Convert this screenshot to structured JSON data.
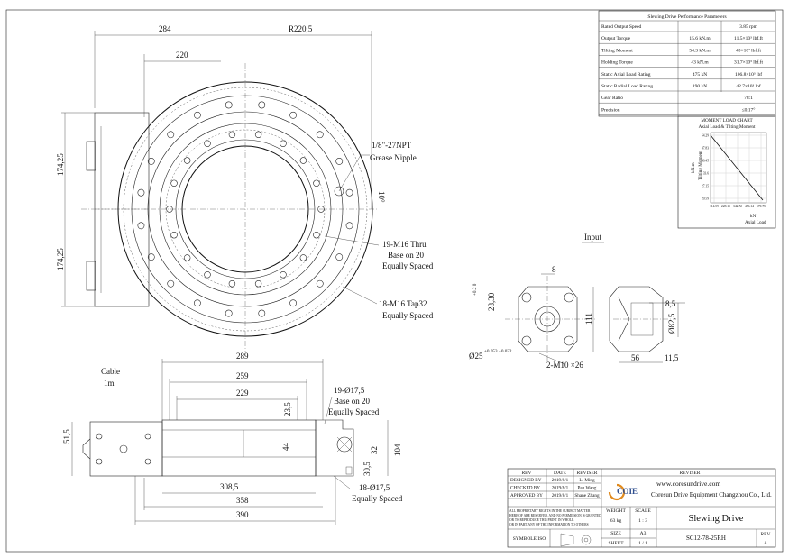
{
  "front_view": {
    "dims": {
      "width_284": "284",
      "radius": "R220,5",
      "width_220": "220",
      "height_upper": "174,25",
      "height_lower": "174,25",
      "angle_10": "10°"
    },
    "notes": {
      "grease_1": "1/8\"-27NPT",
      "grease_2": "Grease Nipple",
      "thru_1": "19-M16 Thru",
      "thru_2": "Base on 20",
      "thru_3": "Equally Spaced",
      "tap_1": "18-M16 Tap32",
      "tap_2": "Equally Spaced"
    }
  },
  "section_view": {
    "cable_1": "Cable",
    "cable_2": "1m",
    "dims": {
      "d289": "289",
      "d259": "259",
      "d229": "229",
      "d23_5": "23,5",
      "d44": "44",
      "d51_5": "51,5",
      "d30_5": "30,5",
      "d32": "32",
      "d104": "104",
      "d308_5": "308,5",
      "d358": "358",
      "d390": "390"
    },
    "notes": {
      "holes19_1": "19-Ø17,5",
      "holes19_2": "Base on 20",
      "holes19_3": "Equally Spaced",
      "holes18_1": "18-Ø17,5",
      "holes18_2": "Equally Spaced"
    }
  },
  "input_view": {
    "label": "Input",
    "dims": {
      "d8": "8",
      "d28_30": "28,30",
      "d28_tol": "+0.2  0",
      "d111": "111",
      "d25": "Ø25",
      "d25_tol": "+0.053 +0.032",
      "m10": "2-M10 ×26",
      "d8_5": "8,5",
      "d82_5": "Ø82,5",
      "d56": "56",
      "d11_5": "11,5"
    }
  },
  "performance_table": {
    "title": "Slewing Drive Performance Parameters",
    "rows": [
      {
        "param": "Rated Output Speed",
        "si": "",
        "imp": "3.85 rpm"
      },
      {
        "param": "Output Torque",
        "si": "15.6 kN.m",
        "imp": "11.5×10³ lbf.ft"
      },
      {
        "param": "Tilting Moment",
        "si": "54.3 kN.m",
        "imp": "40×10³ lbf.ft"
      },
      {
        "param": "Holding Torque",
        "si": "43 kN.m",
        "imp": "31.7×10³ lbf.ft"
      },
      {
        "param": "Static Axial Load Rating",
        "si": "475 kN",
        "imp": "106.8×10³ lbf"
      },
      {
        "param": "Static Radial Load Rating",
        "si": "190 kN",
        "imp": "42.7×10³ lbf"
      },
      {
        "param": "Gear Ratio",
        "si": "",
        "imp": "78:1"
      },
      {
        "param": "Precision",
        "si": "",
        "imp": "≤0.17°"
      }
    ],
    "chart": {
      "title_1": "MOMENT LOAD CHART",
      "title_2": "Axial Load & Tilting Moment",
      "ylabel_1": "kN.m",
      "ylabel_2": "Tilting Moment",
      "xlabel_1": "kN",
      "xlabel_2": "Axial Load",
      "y_ticks": [
        "54.29",
        "47.83",
        "40.45",
        "33.6",
        "27.15",
        "20.59"
      ],
      "x_ticks": [
        "114.59",
        "228.15",
        "342.72",
        "456.14",
        "570.75"
      ]
    }
  },
  "title_block": {
    "headers": {
      "rev": "REV",
      "date": "DATE",
      "reviser": "REVISER",
      "reviser_right": "REVISER"
    },
    "rows": [
      {
        "role": "DESIGNED BY",
        "date": "2019/8/1",
        "name": "Li Ming"
      },
      {
        "role": "CHECKED BY",
        "date": "2019/8/1",
        "name": "Pan Wang"
      },
      {
        "role": "APPROVED BY",
        "date": "2019/8/1",
        "name": "Shane Zhang"
      }
    ],
    "rights": [
      "ALL PROPRIETARY RIGHTS IN THE SUBJECT MATTER",
      "HERE OF ARE RESERVED. AND NO PERMISSION IS GRANTED",
      "OR TO REPRODUCE THIS PRINT IN WHOLE",
      "OR IN PART, ANY OF THE INFORMATION TO OTHERS"
    ],
    "symbol_iso": "SYMBOLE ISO",
    "website": "www.coresundrive.com",
    "company": "Coresun Drive Equipment Changzhou Co., Ltd.",
    "logo_text": "COIE",
    "weight_label": "WEIGHT",
    "weight_value": "63 kg",
    "scale_label": "SCALE",
    "scale_value": "1 : 3",
    "size_label": "SIZE",
    "size_value": "A3",
    "sheet_label": "SHEET",
    "sheet_value": "1 / 1",
    "product": "Slewing Drive",
    "part_no": "SC12-78-25RH",
    "rev_label": "REV",
    "rev_value": "A"
  }
}
